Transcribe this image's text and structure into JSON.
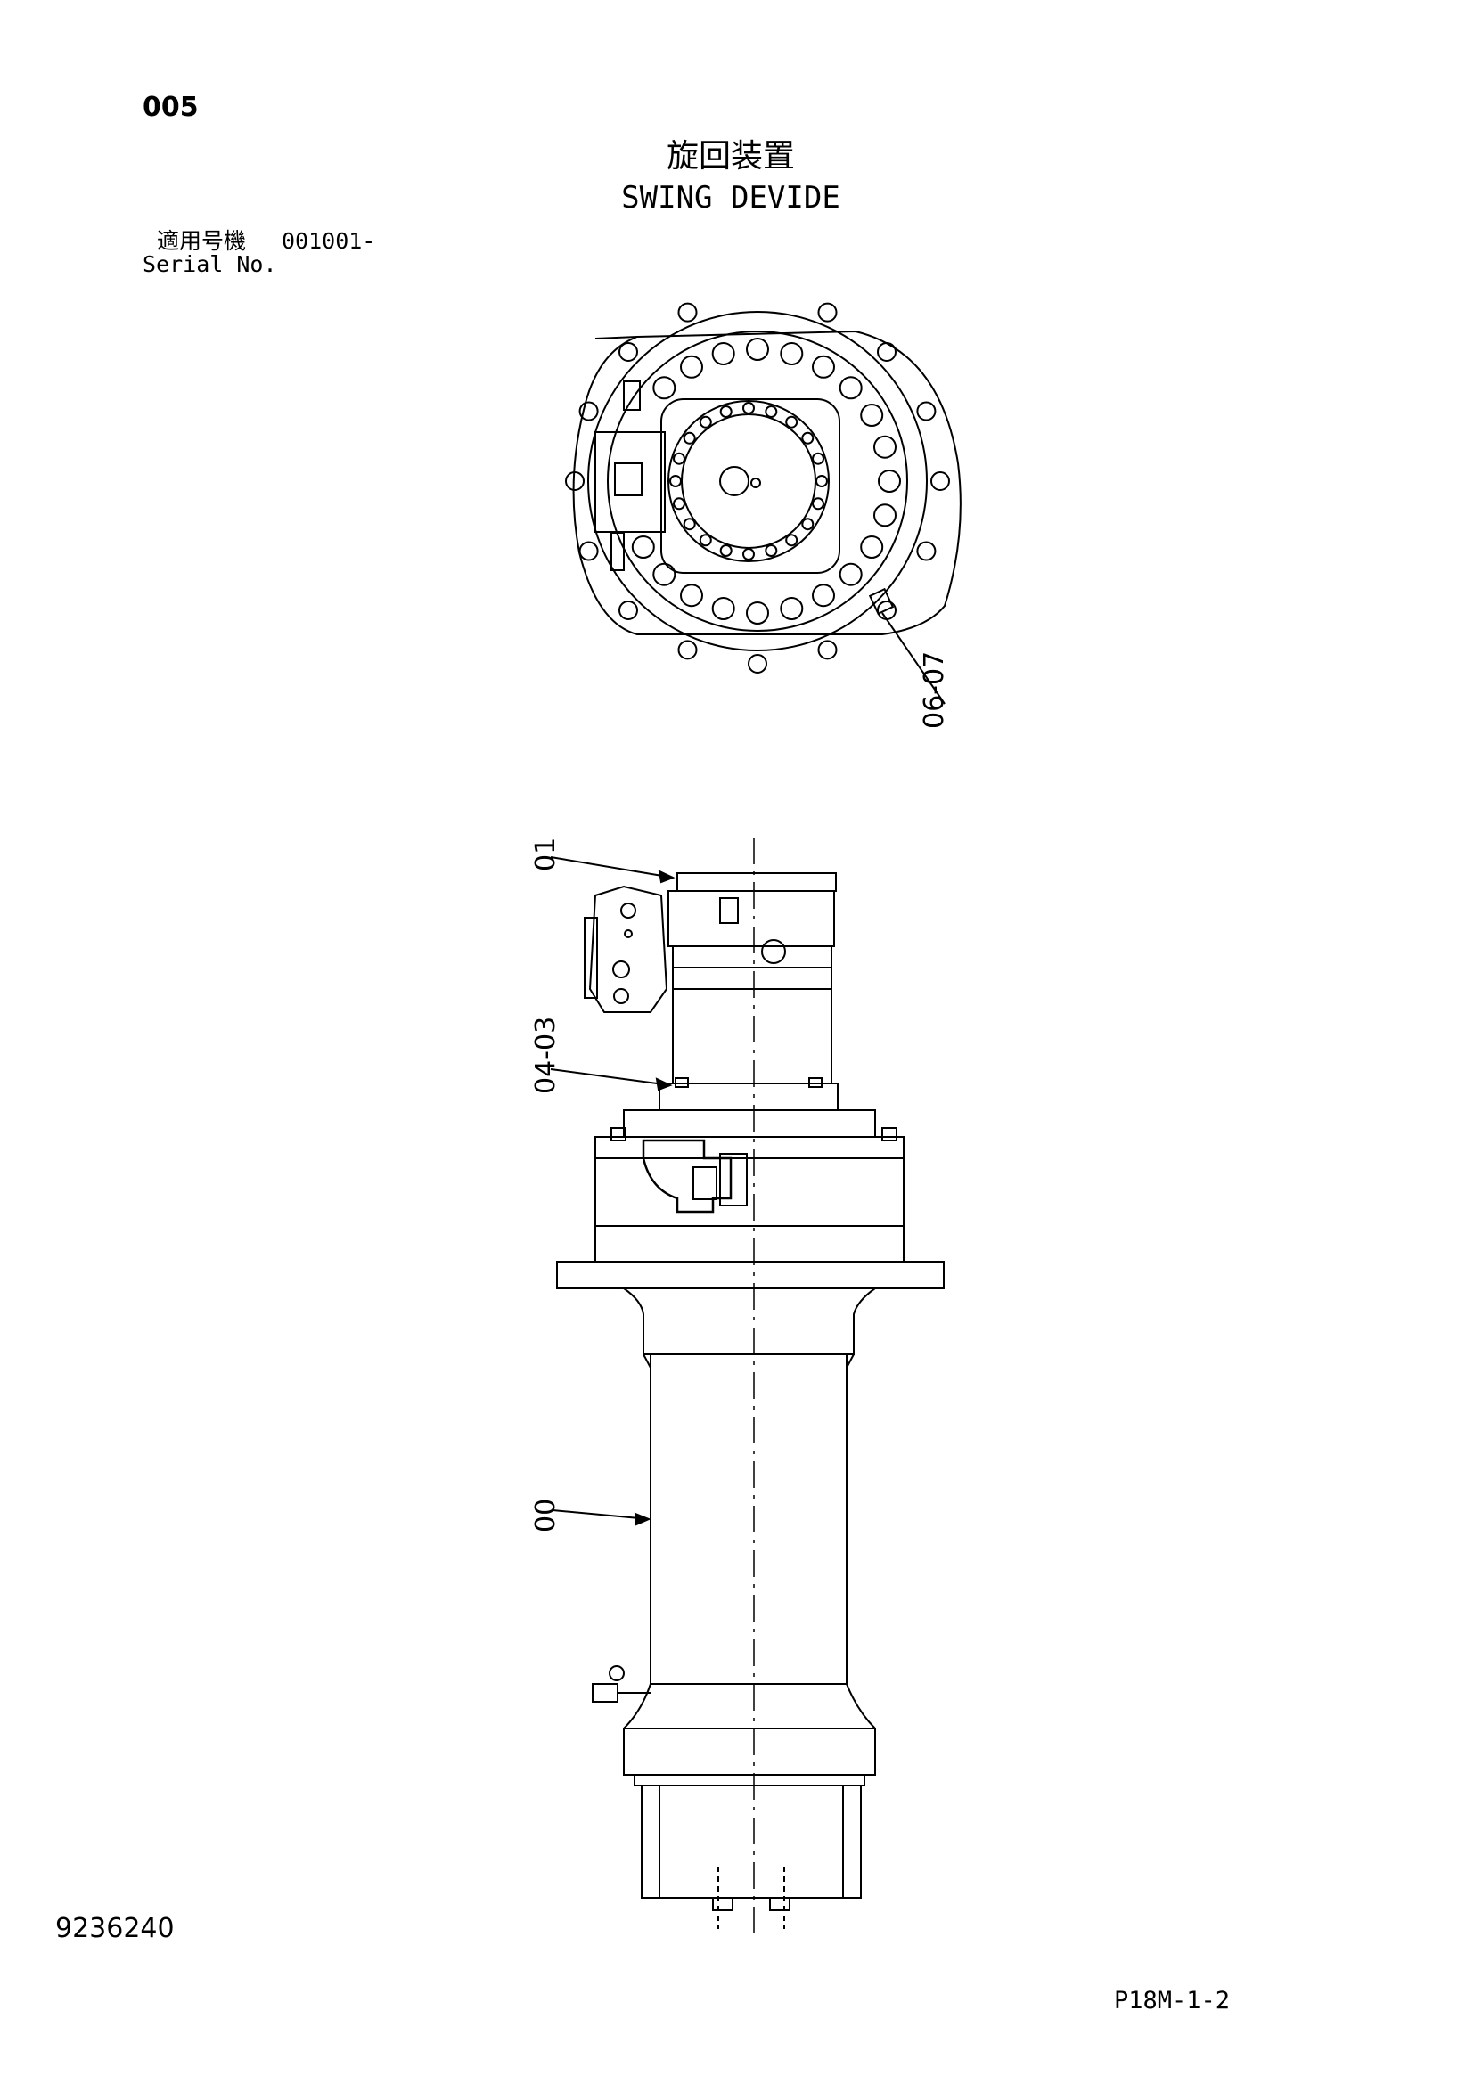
{
  "header": {
    "page_number": "005",
    "title_jp": "旋回装置",
    "title_en": "SWING DEVIDE",
    "serial_label_jp": "適用号機",
    "serial_value": "001001-",
    "serial_label_en": "Serial No."
  },
  "callouts": {
    "c1": "06-07",
    "c2": "01",
    "c3": "04-03",
    "c4": "00"
  },
  "footer": {
    "drawing_number": "9236240",
    "page_ref": "P18M-1-2"
  }
}
